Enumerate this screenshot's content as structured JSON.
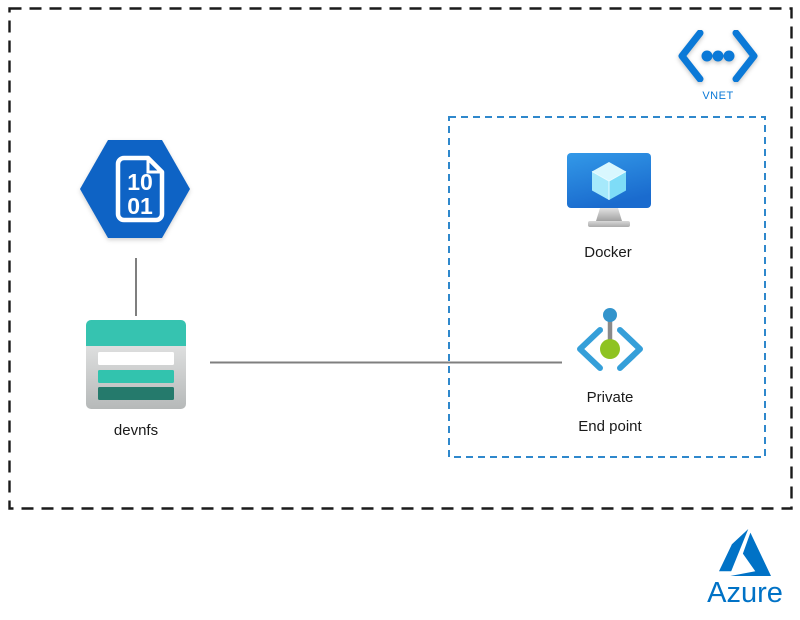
{
  "diagram": {
    "nodes": {
      "binary_file": {
        "digits_line1": "10",
        "digits_line2": "01"
      },
      "devnfs": {
        "label": "devnfs"
      },
      "docker": {
        "label": "Docker"
      },
      "private_endpoint": {
        "label_line1": "Private",
        "label_line2": "End point"
      },
      "vnet": {
        "label": "VNET"
      }
    },
    "branding": {
      "logo_text": "Azure"
    },
    "colors": {
      "azure_blue": "#0b79d7",
      "hexagon_blue": "#0e63c5",
      "fileshare_teal": "#36c3b0",
      "fileshare_teal_dark": "#257a6c",
      "docker_screen_blue": "#2489e0",
      "cube_light_blue": "#a6e9fb",
      "endpoint_bracket_blue": "#359fd9",
      "endpoint_green": "#8ec321",
      "connector_gray": "#7f7f7f",
      "outer_boundary_black": "#1a1a1a",
      "vnet_boundary_blue": "#2f88cc",
      "logo_blue": "#0072c6"
    }
  }
}
